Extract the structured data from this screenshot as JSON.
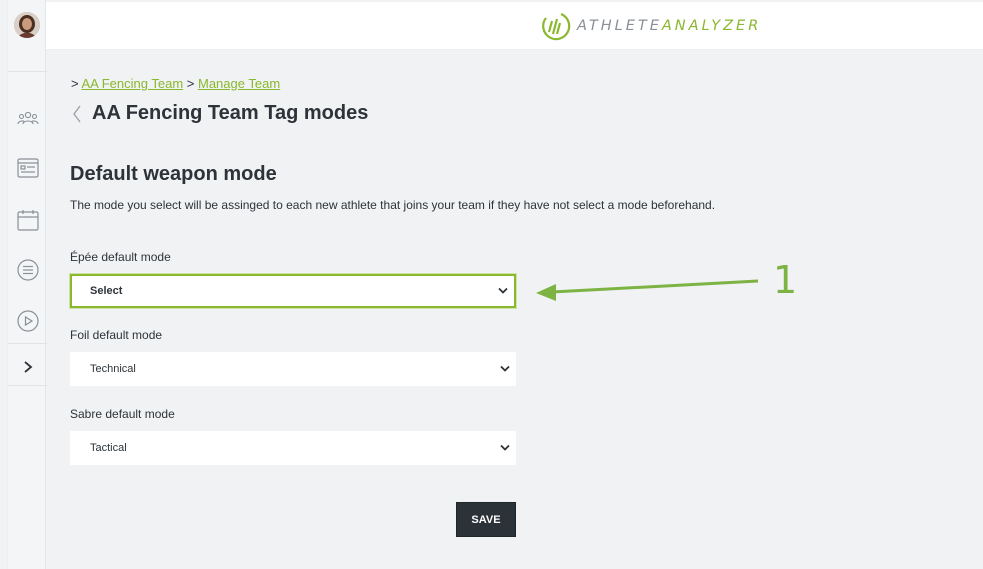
{
  "header": {
    "logo_part1": "ATHLETE",
    "logo_part2": "ANALYZER"
  },
  "sidebar": {
    "items": [
      {
        "icon": "team-icon"
      },
      {
        "icon": "profile-card-icon"
      },
      {
        "icon": "calendar-icon"
      },
      {
        "icon": "list-icon"
      },
      {
        "icon": "play-icon"
      },
      {
        "icon": "chevron-right-icon"
      }
    ]
  },
  "breadcrumb": {
    "prefix1": ">",
    "link1": "AA Fencing Team",
    "prefix2": ">",
    "link2": "Manage Team"
  },
  "page": {
    "title": "AA Fencing Team Tag modes"
  },
  "section": {
    "title": "Default weapon mode",
    "description": "The mode you select will be assinged to each new athlete that joins your team if they have not select a mode beforehand."
  },
  "fields": {
    "epee": {
      "label": "Épée default mode",
      "value": "Select"
    },
    "foil": {
      "label": "Foil default mode",
      "value": "Technical"
    },
    "sabre": {
      "label": "Sabre default mode",
      "value": "Tactical"
    }
  },
  "actions": {
    "save_label": "SAVE"
  },
  "annotation": {
    "number": "1",
    "color": "#7cb342"
  },
  "colors": {
    "accent": "#8ab82e",
    "dark": "#2b3338",
    "background": "#f0f2f4"
  }
}
